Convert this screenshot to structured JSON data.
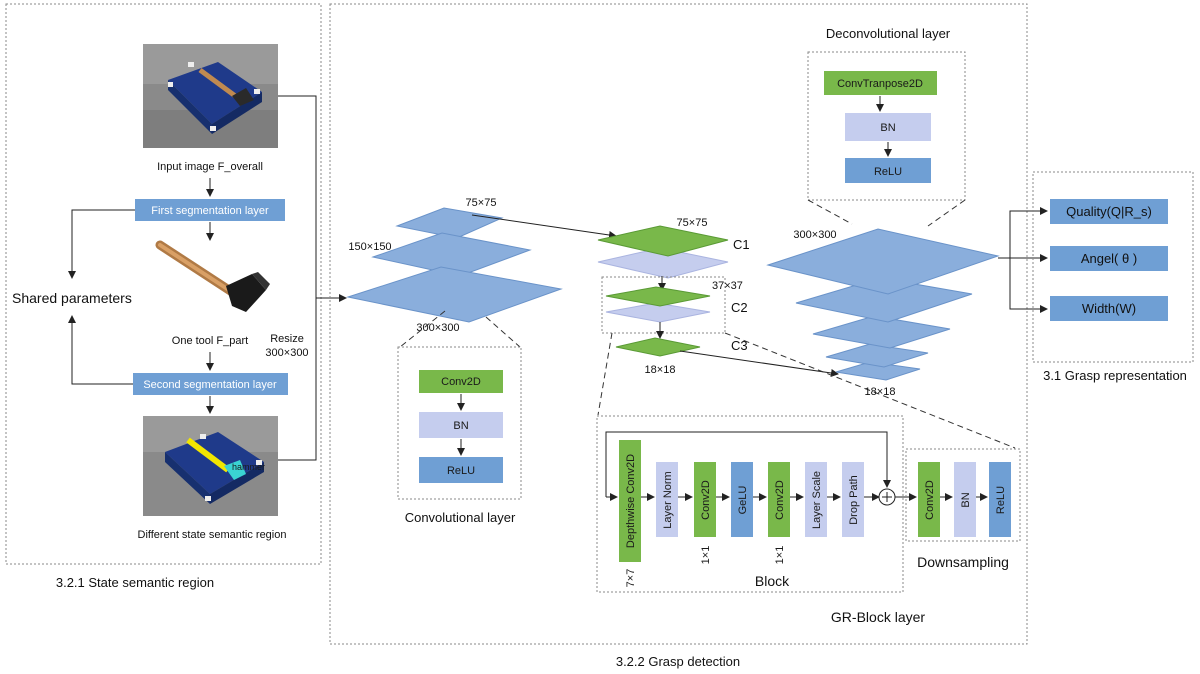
{
  "colors": {
    "green": "#79b84a",
    "green_dark": "#5a9a35",
    "blue_box": "#6f9fd4",
    "blue_layer": "#8aaedc",
    "blue_dark": "#6a93c9",
    "lavender": "#c5cdee",
    "border_dashed": "#888888",
    "arrow": "#222222"
  },
  "left": {
    "caption_top": "Input image F_overall",
    "first_seg": "First segmentation layer",
    "shared": "Shared parameters",
    "tool_label": "One tool F_part",
    "second_seg": "Second segmentation layer",
    "caption_bottom": "Different state semantic region",
    "resize_line1": "Resize",
    "resize_line2": "300×300",
    "section_title": "3.2.1 State semantic region",
    "hammer_text": "hammer"
  },
  "encoder": {
    "size_75": "75×75",
    "size_150": "150×150",
    "size_300": "300×300",
    "conv_box": {
      "conv": "Conv2D",
      "bn": "BN",
      "relu": "ReLU",
      "title": "Convolutional layer"
    }
  },
  "middle": {
    "c1_size": "75×75",
    "c1": "C1",
    "c2_size": "37×37",
    "c2": "C2",
    "c3": "C3",
    "c3_size": "18×18"
  },
  "decoder": {
    "title": "Deconvolutional layer",
    "convT": "ConvTranpose2D",
    "bn": "BN",
    "relu": "ReLU",
    "size_300": "300×300",
    "size_18": "18×18"
  },
  "outputs": {
    "quality": "Quality(Q|R_s)",
    "angle": "Angel( θ )",
    "width": "Width(W)",
    "section_title": "3.1 Grasp representation"
  },
  "grblock": {
    "depthwise": "Depthwise Conv2D",
    "depthwise_k": "7×7",
    "layernorm": "Layer Norm",
    "conv1": "Conv2D",
    "conv1_k": "1×1",
    "gelu": "GeLU",
    "conv2": "Conv2D",
    "conv2_k": "1×1",
    "layerscale": "Layer Scale",
    "droppath": "Drop Path",
    "block_title": "Block",
    "ds_conv": "Conv2D",
    "ds_bn": "BN",
    "ds_relu": "ReLU",
    "ds_title": "Downsampling",
    "layer_title": "GR-Block layer"
  },
  "section_grasp": "3.2.2 Grasp detection"
}
